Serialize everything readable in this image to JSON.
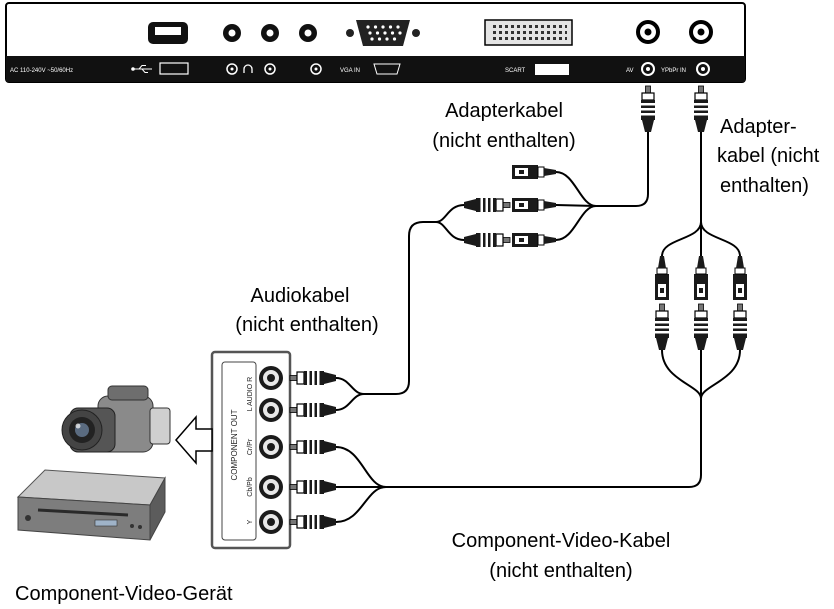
{
  "diagram": {
    "tv_panel_labels": {
      "power": "AC 110-240V ~50/60Hz",
      "vga": "VGA IN",
      "scart": "SCART",
      "av": "AV",
      "ypbpr": "YPbPr IN"
    },
    "adapter_cable_left": {
      "line1": "Adapterkabel",
      "line2": "(nicht enthalten)"
    },
    "adapter_cable_right": {
      "line1": "Adapter-",
      "line2": "kabel (nicht",
      "line3": "enthalten)"
    },
    "audio_cable": {
      "line1": "Audiokabel",
      "line2": "(nicht enthalten)"
    },
    "component_cable": {
      "line1": "Component-Video-Kabel",
      "line2": "(nicht enthalten)"
    },
    "device_label": "Component-Video-Gerät",
    "component_panel": {
      "title": "COMPONENT OUT",
      "audio_label": "L AUDIO R",
      "video_labels": [
        "Cr/Pr",
        "Cb/Pb",
        "Y"
      ]
    }
  },
  "icons": {
    "usb": "usb-icon",
    "headphone": "headphone-icon",
    "camcorder": "camcorder-icon",
    "dvd_player": "dvd-player-icon",
    "arrow": "arrow-left-icon"
  },
  "colors": {
    "background": "#ffffff",
    "ink": "#000000",
    "panel_strip": "#111111"
  }
}
